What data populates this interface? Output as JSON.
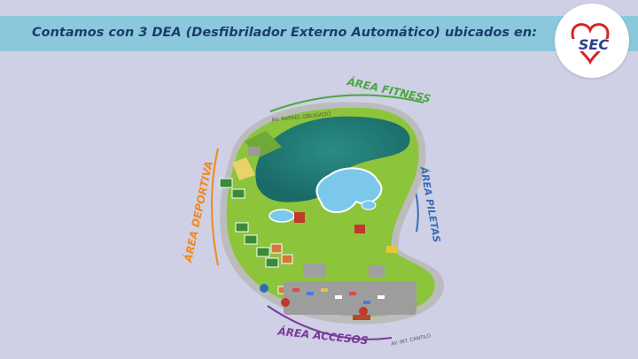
{
  "banner": {
    "title": "Contamos con 3 DEA (Desfibrilador Externo Automático) ubicados en:"
  },
  "logo": {
    "text": "SEC",
    "color": "#2b3e8c",
    "accent_color": "#d8232a"
  },
  "map": {
    "areas": {
      "fitness": "ÁREA FITNESS",
      "deportiva": "ÁREA DEPORTIVA",
      "piletas": "ÁREA PILETAS",
      "accesos": "ÁREA ACCESOS"
    },
    "area_colors": {
      "fitness": "#4aa63c",
      "deportiva": "#f08a1c",
      "piletas": "#3a6fb3",
      "accesos": "#7a3b98"
    },
    "streets": {
      "north": "AV. RAFAEL OBLIGADO",
      "south": "AV. INT. CANTILO"
    }
  }
}
